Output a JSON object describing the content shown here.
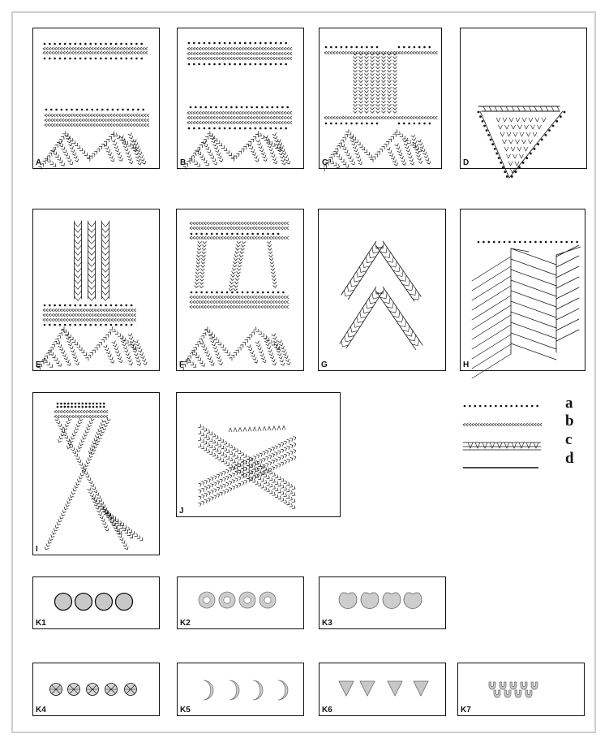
{
  "figure": {
    "panels": [
      {
        "id": "A",
        "label": "A"
      },
      {
        "id": "B",
        "label": "B"
      },
      {
        "id": "C",
        "label": "C"
      },
      {
        "id": "D",
        "label": "D"
      },
      {
        "id": "E",
        "label": "E"
      },
      {
        "id": "F",
        "label": "F"
      },
      {
        "id": "G",
        "label": "G"
      },
      {
        "id": "H",
        "label": "H"
      },
      {
        "id": "I",
        "label": "I"
      },
      {
        "id": "J",
        "label": "J"
      },
      {
        "id": "K1",
        "label": "K1"
      },
      {
        "id": "K2",
        "label": "K2"
      },
      {
        "id": "K3",
        "label": "K3"
      },
      {
        "id": "K4",
        "label": "K4"
      },
      {
        "id": "K5",
        "label": "K5"
      },
      {
        "id": "K6",
        "label": "K6"
      },
      {
        "id": "K7",
        "label": "K7"
      }
    ],
    "legend": [
      {
        "key": "a",
        "label": "a",
        "pattern": "dot-row"
      },
      {
        "key": "b",
        "label": "b",
        "pattern": "chevron-row"
      },
      {
        "key": "c",
        "label": "c",
        "pattern": "triangle-band"
      },
      {
        "key": "d",
        "label": "d",
        "pattern": "solid-line"
      }
    ],
    "colors": {
      "ink": "#111111",
      "shape_fill": "#c8c8c8",
      "frame": "#cfcfcf"
    }
  }
}
